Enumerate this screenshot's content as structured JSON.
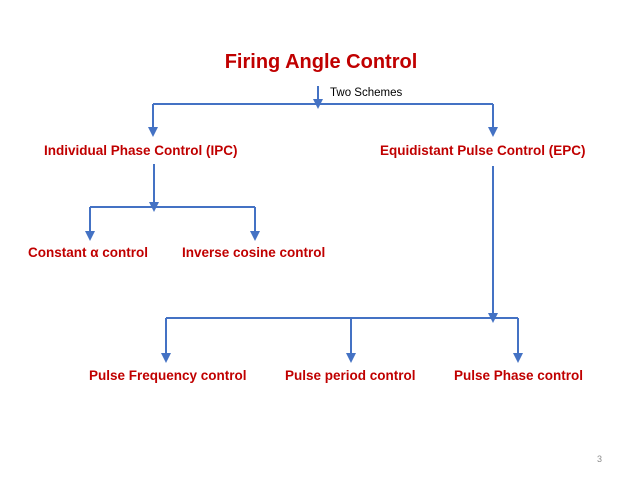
{
  "title": "Firing Angle Control",
  "subtitle": "Two Schemes",
  "nodes": {
    "ipc": "Individual Phase Control (IPC)",
    "epc": "Equidistant Pulse Control (EPC)",
    "constant_alpha": "Constant α control",
    "inverse_cosine": "Inverse cosine control",
    "pulse_frequency": "Pulse Frequency control",
    "pulse_period": "Pulse period control",
    "pulse_phase": "Pulse Phase control"
  },
  "page_number": "3",
  "colors": {
    "text_red": "#c00000",
    "arrow_blue": "#4472c4",
    "note_text": "#000000",
    "page_number": "#8c8c8c"
  }
}
